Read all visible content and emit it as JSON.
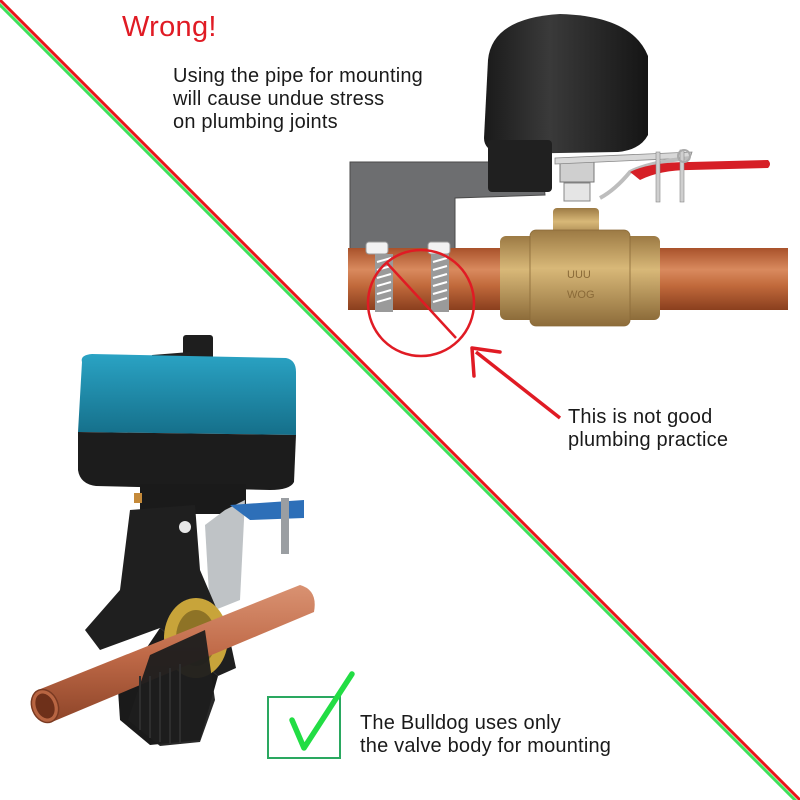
{
  "wrong_section": {
    "title": "Wrong!",
    "caption_lines": [
      "Using the pipe for mounting",
      "will cause undue stress",
      "on plumbing joints"
    ],
    "callout_lines": [
      "This is not good",
      "plumbing practice"
    ]
  },
  "right_section": {
    "caption_lines": [
      "The Bulldog uses only",
      "the valve body for mounting"
    ]
  },
  "colors": {
    "wrong_red": "#e01b24",
    "divider_red": "#e8141a",
    "divider_green": "#3ee05a",
    "check_green": "#22dd44",
    "checkbox_border": "#2aa860",
    "copper": "#c16a3e",
    "brass": "#c9a25c",
    "actuator_blue": "#1b8aa8",
    "actuator_black": "#1e1e1e"
  },
  "icons": {
    "prohibition": "prohibition-circle-icon",
    "arrow": "arrow-up-left-icon",
    "check": "checkmark-icon"
  }
}
